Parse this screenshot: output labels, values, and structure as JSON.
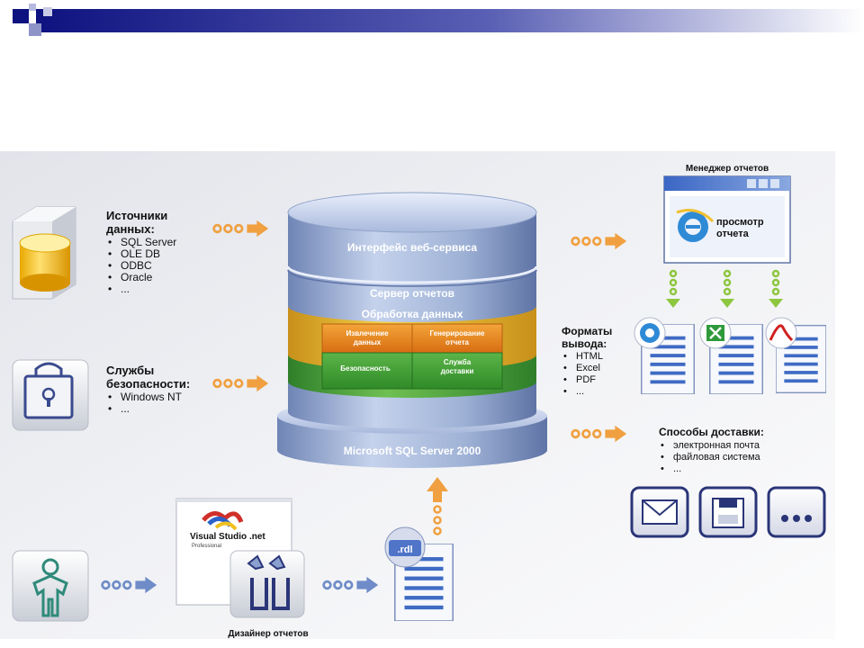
{
  "sources": {
    "title_1": "Источники",
    "title_2": "данных:",
    "items": [
      "SQL Server",
      "OLE DB",
      "ODBC",
      "Oracle",
      "..."
    ]
  },
  "security": {
    "title_1": "Службы",
    "title_2": "безопасности:",
    "items": [
      "Windows NT",
      "..."
    ]
  },
  "server": {
    "web_interface": "Интерфейс веб-сервиса",
    "report_server": "Сервер отчетов",
    "data_processing": "Обработка данных",
    "extract_1": "Извлечение",
    "extract_2": "данных",
    "generate_1": "Генерирование",
    "generate_2": "отчета",
    "security": "Безопасность",
    "delivery_1": "Служба",
    "delivery_2": "доставки",
    "platform": "Microsoft SQL Server 2000"
  },
  "manager": {
    "title": "Менеджер отчетов",
    "view_1": "просмотр",
    "view_2": "отчета"
  },
  "formats": {
    "title_1": "Форматы",
    "title_2": "вывода:",
    "items": [
      "HTML",
      "Excel",
      "PDF",
      "..."
    ]
  },
  "delivery": {
    "title": "Способы доставки:",
    "items": [
      "электронная почта",
      "файловая система",
      "..."
    ]
  },
  "designer": {
    "vs_1": "Visual Studio .net",
    "vs_2": "Professional",
    "rdl": ".rdl",
    "caption": "Дизайнер отчетов"
  },
  "colors": {
    "header_dark": "#1a1f8a",
    "cylinder_blue": "#9fb2d6",
    "processing_yellow": "#e8b81e",
    "processing_orange": "#e07a18",
    "security_green": "#3f9a35",
    "arrow_orange": "#f0a040"
  }
}
